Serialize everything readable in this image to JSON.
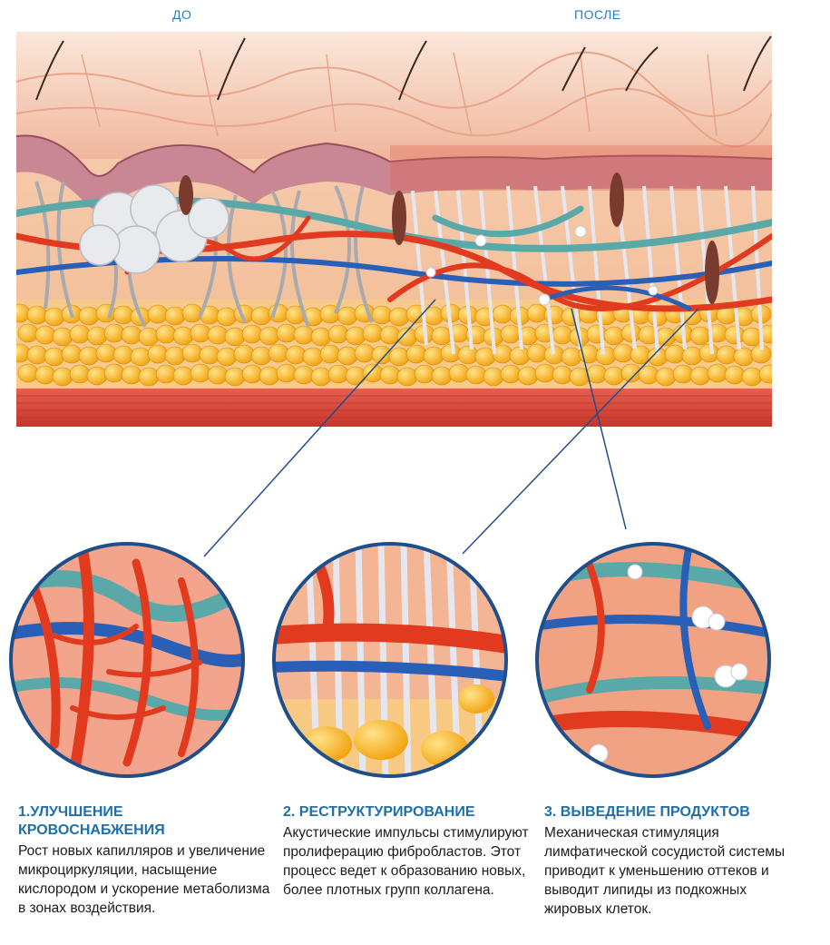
{
  "labels": {
    "before": "ДО",
    "after": "ПОСЛЕ"
  },
  "sections": [
    {
      "title": "1.УЛУЧШЕНИЕ КРОВОСНАБЖЕНИЯ",
      "text": "Рост новых капилляров и увеличение микроциркуляции, насыщение кислородом и ускорение метаболизма в зонах воздействия."
    },
    {
      "title": "2. РЕСТРУКТУРИРОВАНИЕ",
      "text": "Акустические импульсы стимулируют пролиферацию фибробластов. Этот процесс ведет к образованию новых, более плотных групп коллагена."
    },
    {
      "title": "3. ВЫВЕДЕНИЕ ПРОДУКТОВ",
      "text": "Механическая стимуляция лимфатической  сосудистой системы приводит к уменьшению оттеков и выводит  липиды из подкожных жировых клеток."
    }
  ],
  "colors": {
    "heading": "#1f6fa8",
    "artery": "#e23a1f",
    "vein": "#2a5fb8",
    "lymph": "#5aa8a8",
    "fat": "#f5a814",
    "collagen": "#c9cbd6",
    "epidermis": "#c47a8a",
    "muscle": "#d8453a"
  }
}
